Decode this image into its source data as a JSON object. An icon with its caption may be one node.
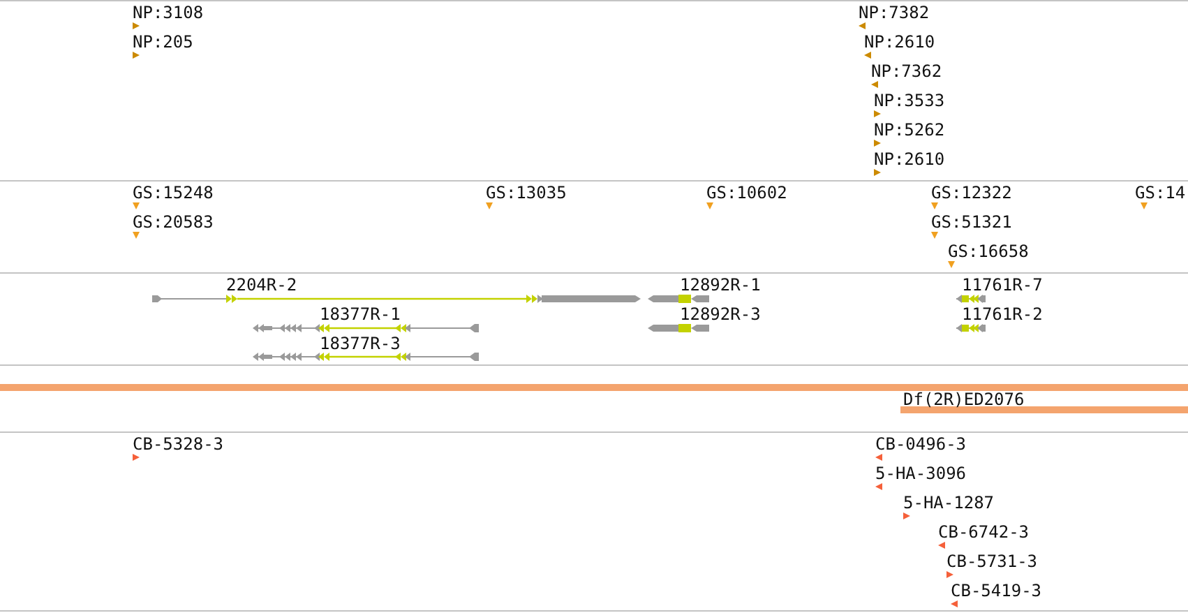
{
  "diagram": {
    "labels": [
      "NP:3108",
      "NP:7382",
      "NP:205",
      "NP:2610",
      "NP:7362",
      "NP:3533",
      "NP:5262",
      "NP:2610",
      "GS:15248",
      "GS:13035",
      "GS:10602",
      "GS:12322",
      "GS:14",
      "GS:20583",
      "GS:51321",
      "GS:16658",
      "2204R-2",
      "12892R-1",
      "11761R-7",
      "18377R-1",
      "12892R-3",
      "11761R-2",
      "18377R-3",
      "Df(2R)ED2076",
      "CB-5328-3",
      "CB-0496-3",
      "5-HA-3096",
      "5-HA-1287",
      "CB-6742-3",
      "CB-5731-3",
      "CB-5419-3"
    ]
  }
}
